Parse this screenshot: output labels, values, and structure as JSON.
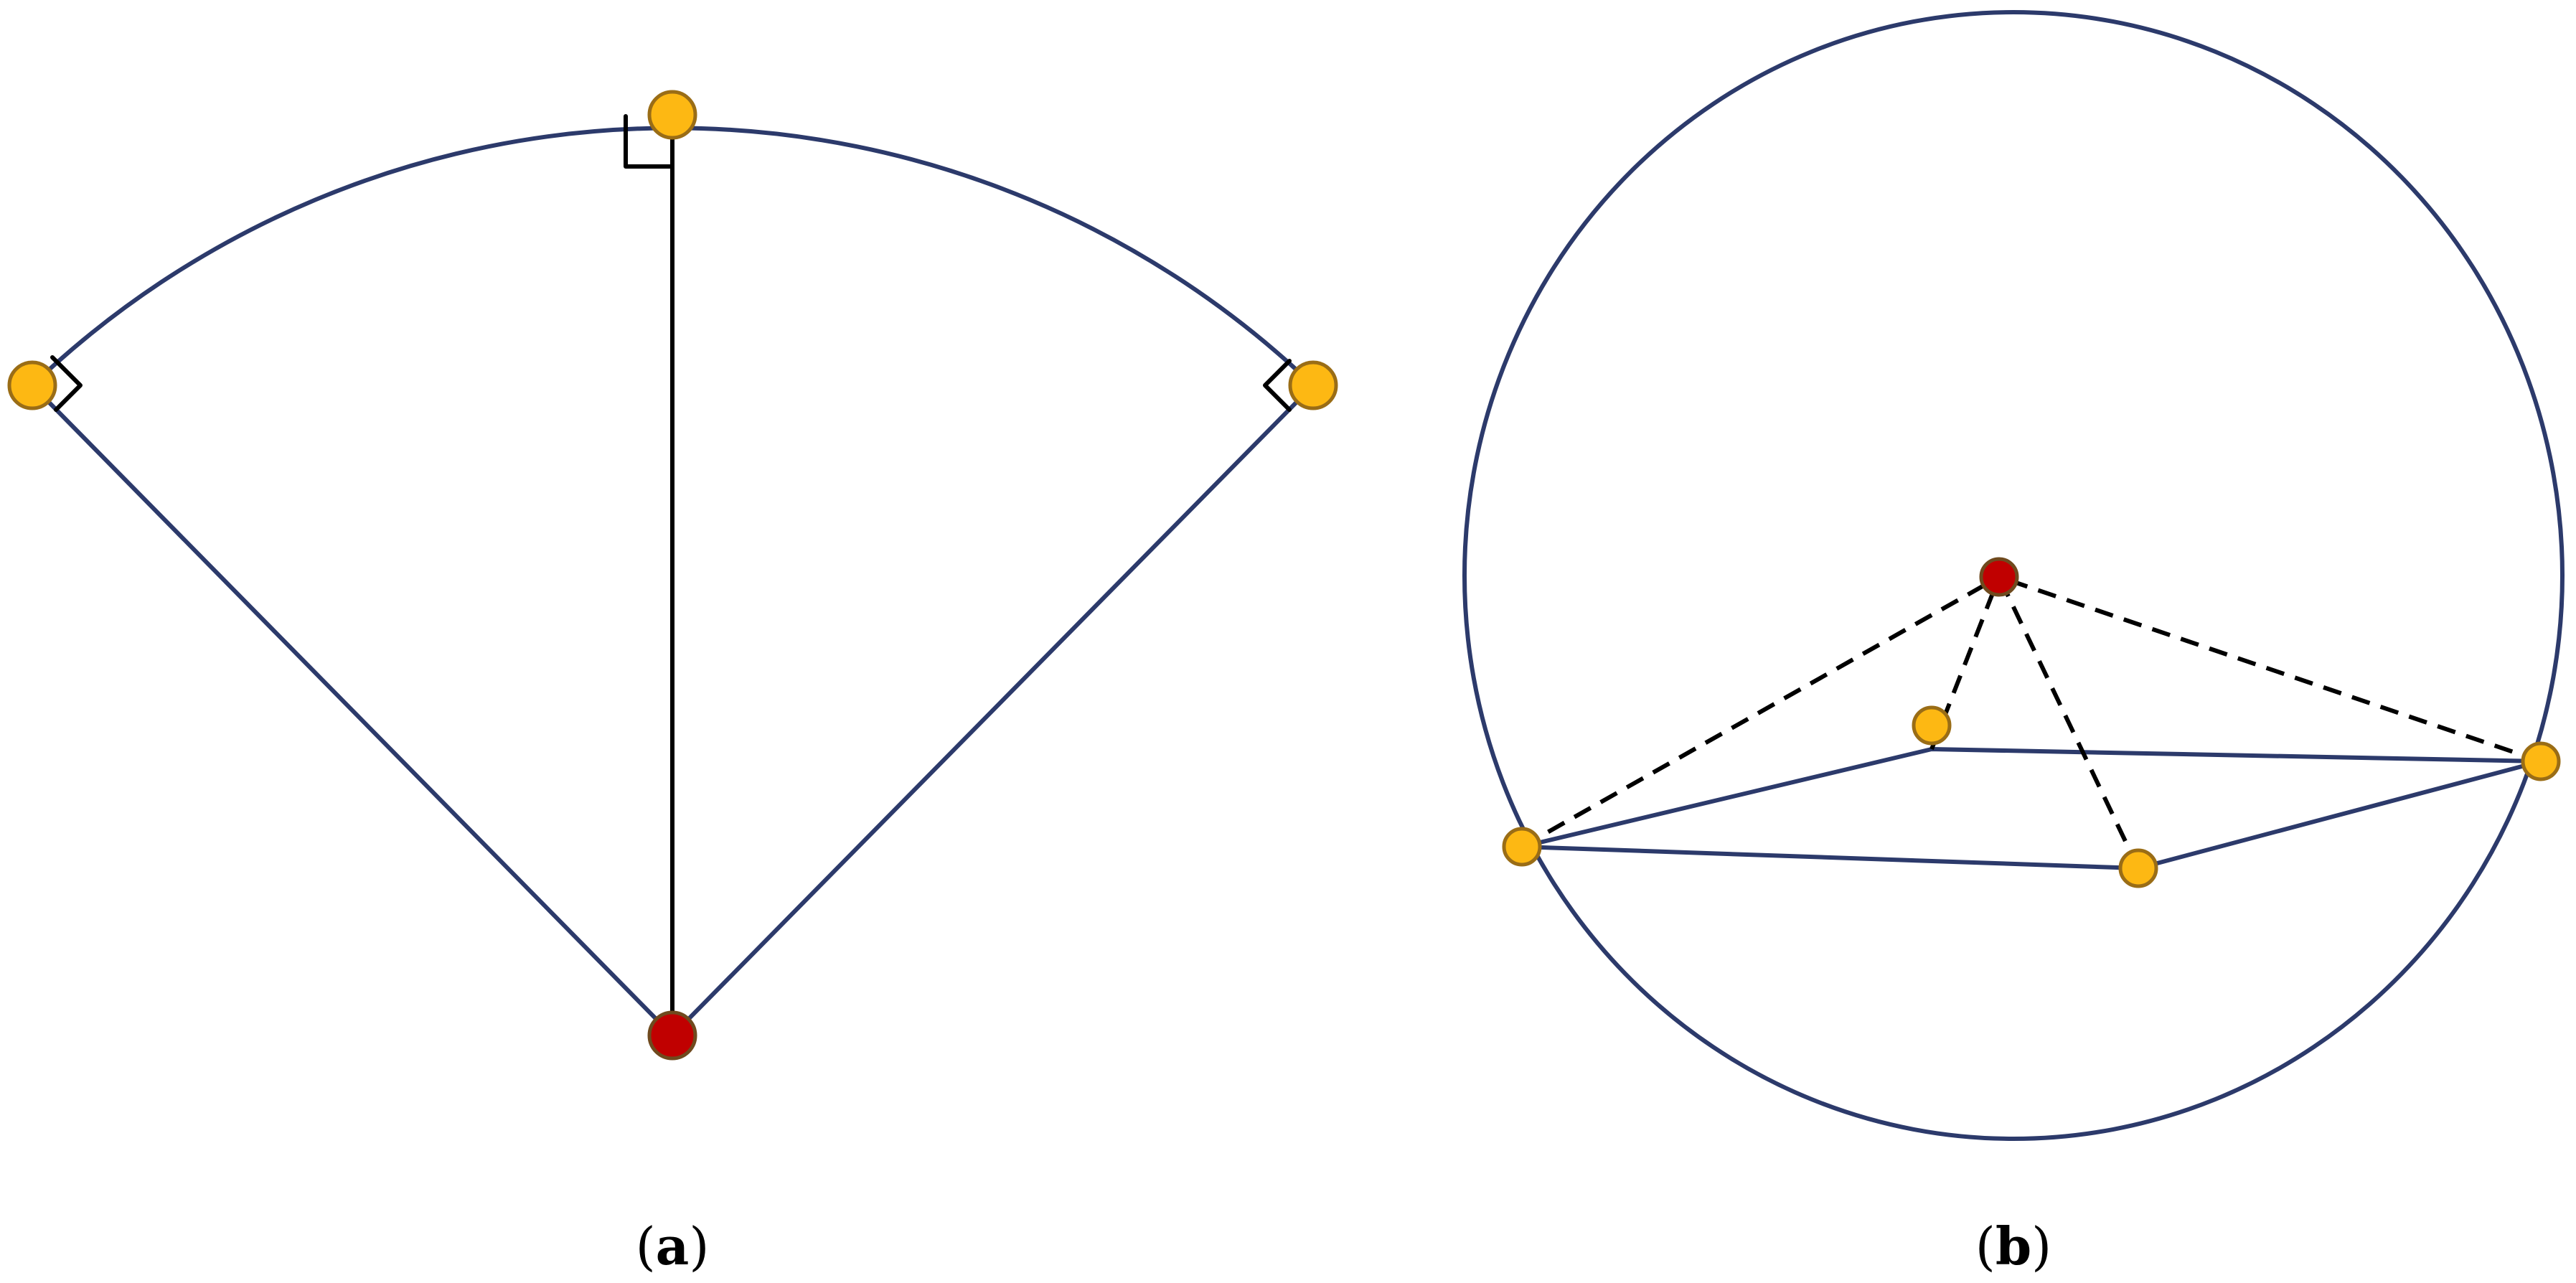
{
  "figure": {
    "panels": [
      {
        "id": "a",
        "caption_open": "(",
        "caption_letter": "a",
        "caption_close": ")"
      },
      {
        "id": "b",
        "caption_open": "(",
        "caption_letter": "b",
        "caption_close": ")"
      }
    ]
  },
  "colors": {
    "outline": "#2c3a6b",
    "black": "#000000",
    "vertex_fill": "#fdb813",
    "vertex_stroke": "#9a6d16",
    "center_fill": "#c00000",
    "center_stroke": "#6f4a1e"
  },
  "markers": {
    "panel_a": [
      "left-vertex",
      "top-vertex",
      "right-vertex",
      "center-vertex"
    ],
    "panel_b": [
      "left-vertex",
      "back-vertex",
      "right-vertex",
      "front-vertex",
      "center-vertex"
    ]
  }
}
